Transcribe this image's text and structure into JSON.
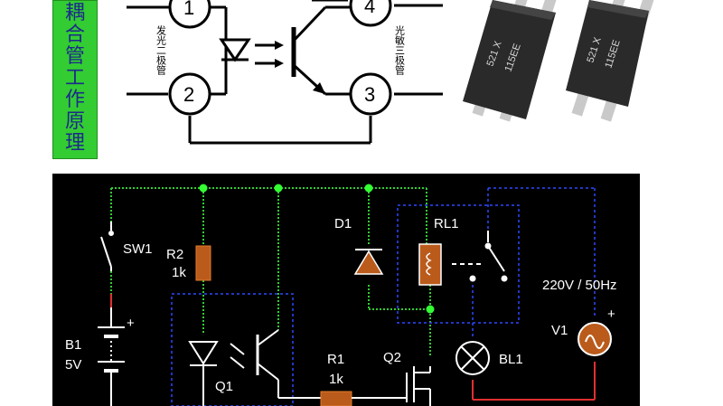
{
  "title_vertical": [
    "耦",
    "合",
    "管",
    "工",
    "作",
    "原",
    "理"
  ],
  "top_diagram": {
    "pins": [
      "1",
      "2",
      "4",
      "3"
    ],
    "emitter_label": "发光二极管",
    "receiver_label": "光敏三极管"
  },
  "chip_marking": {
    "line1": "521 X",
    "line2": "115EE"
  },
  "circuit": {
    "labels": {
      "sw1": "SW1",
      "r2": "R2",
      "r2_value": "1k",
      "b1": "B1",
      "b1_value": "5V",
      "q1": "Q1",
      "d1": "D1",
      "rl1": "RL1",
      "r1": "R1",
      "r1_value": "1k",
      "q2": "Q2",
      "bl1": "BL1",
      "v1": "V1",
      "v1_value": "220V / 50Hz",
      "plus": "+"
    }
  }
}
